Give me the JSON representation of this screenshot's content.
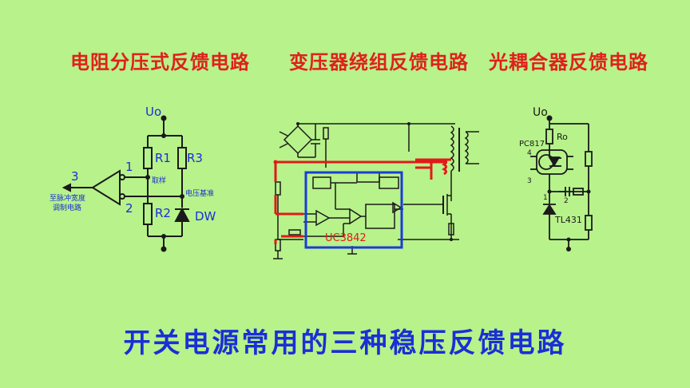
{
  "titles": {
    "left": "电阻分压式反馈电路",
    "center": "变压器绕组反馈电路",
    "right": "光耦合器反馈电路",
    "main": "开关电源常用的三种稳压反馈电路"
  },
  "left_circuit": {
    "uo": "Uo",
    "r1": "R1",
    "r2": "R2",
    "r3": "R3",
    "dw": "DW",
    "pin1": "1",
    "pin2": "2",
    "pin3": "3",
    "sample": "取样",
    "reference": "电压基准",
    "to_pwm_line1": "至脉冲宽度",
    "to_pwm_line2": "调制电路"
  },
  "center_circuit": {
    "chip": "UC3842"
  },
  "right_circuit": {
    "uo": "Uo",
    "ro": "Ro",
    "pc817": "PC817",
    "tl431": "TL431",
    "pin1": "1",
    "pin2": "2",
    "pin3": "3",
    "pin4": "4"
  }
}
